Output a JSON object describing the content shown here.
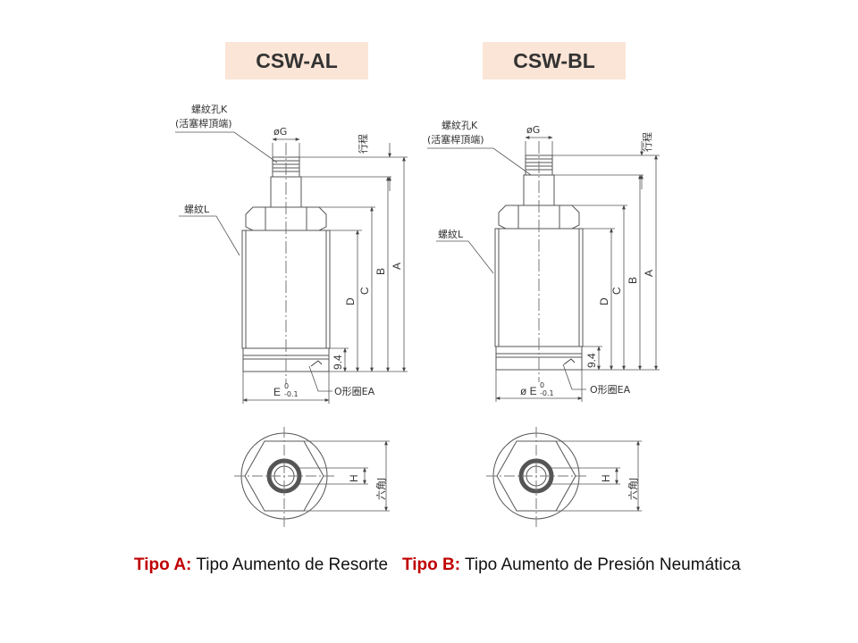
{
  "title_a": "CSW-AL",
  "title_b": "CSW-BL",
  "labels": {
    "thread_hole": "螺紋孔K",
    "piston_end": "(活塞桿頂端)",
    "thread_l": "螺紋L",
    "dia_g": "øG",
    "stroke": "行程",
    "dim_a": "A",
    "dim_b": "B",
    "dim_c": "C",
    "dim_d": "D",
    "dim_94": "9.4",
    "dia_e_a": "E",
    "dia_e_b": "ø E",
    "tol_upper": "0",
    "tol_lower": "-0.1",
    "oring": "O形圈EA",
    "dim_h": "H",
    "hex_j": "六角J"
  },
  "caption": {
    "a_tag": "Tipo A:",
    "a_text": "Tipo Aumento de Resorte",
    "b_tag": "Tipo B:",
    "b_text": "Tipo Aumento de Presión Neumática"
  },
  "colors": {
    "title_bg": "#fbe5d6",
    "caption_tag": "#c00000",
    "line": "#555555"
  }
}
